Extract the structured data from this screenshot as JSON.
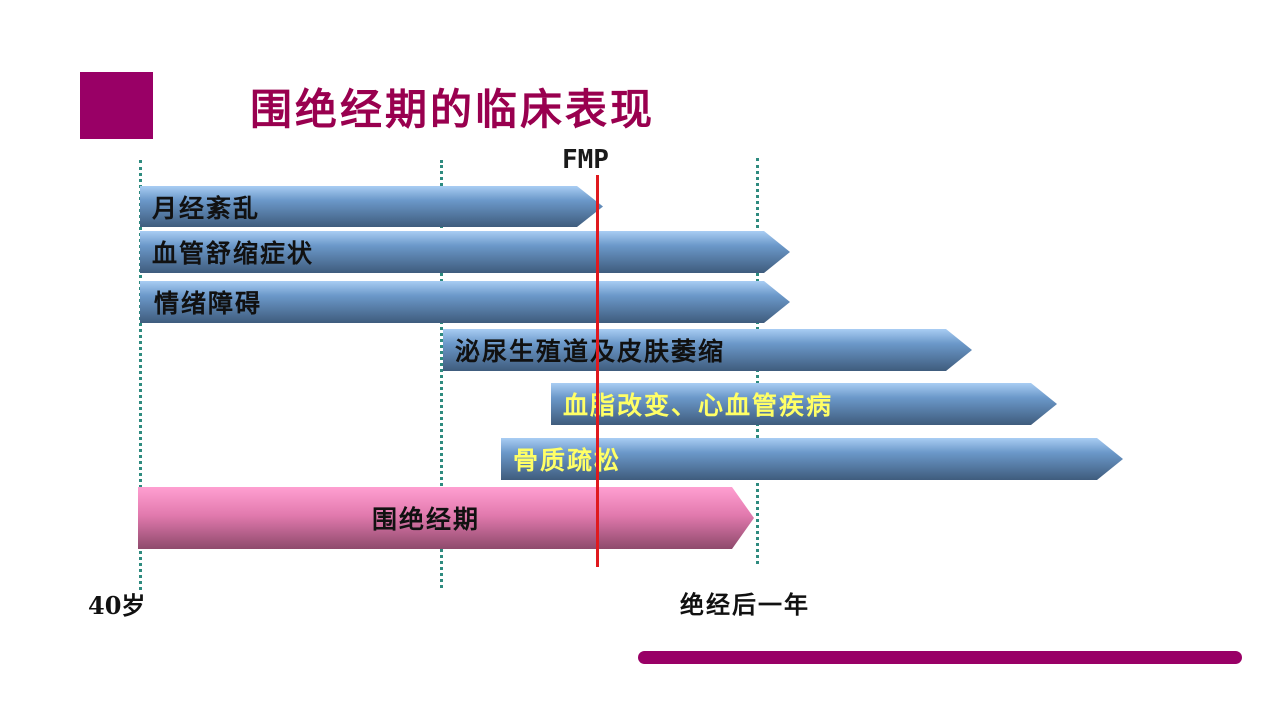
{
  "title": "围绝经期的临床表现",
  "marker_label": "FMP",
  "bars": [
    {
      "label": "月经紊乱"
    },
    {
      "label": "血管舒缩症状"
    },
    {
      "label": "情绪障碍"
    },
    {
      "label": "泌尿生殖道及皮肤萎缩"
    },
    {
      "label": "血脂改变、心血管疾病"
    },
    {
      "label": "骨质疏松"
    }
  ],
  "period_bar": {
    "label": "围绝经期"
  },
  "axis": {
    "start_label": "40岁",
    "end_label": "绝经后一年"
  },
  "colors": {
    "accent": "#990066",
    "title": "#99004f",
    "fmp_line": "#e0191e",
    "guide_lines": "#2e8b7f",
    "bar_blue": "#6b98c9",
    "bar_pink": "#e27aae",
    "highlight_text": "#ffff66"
  }
}
